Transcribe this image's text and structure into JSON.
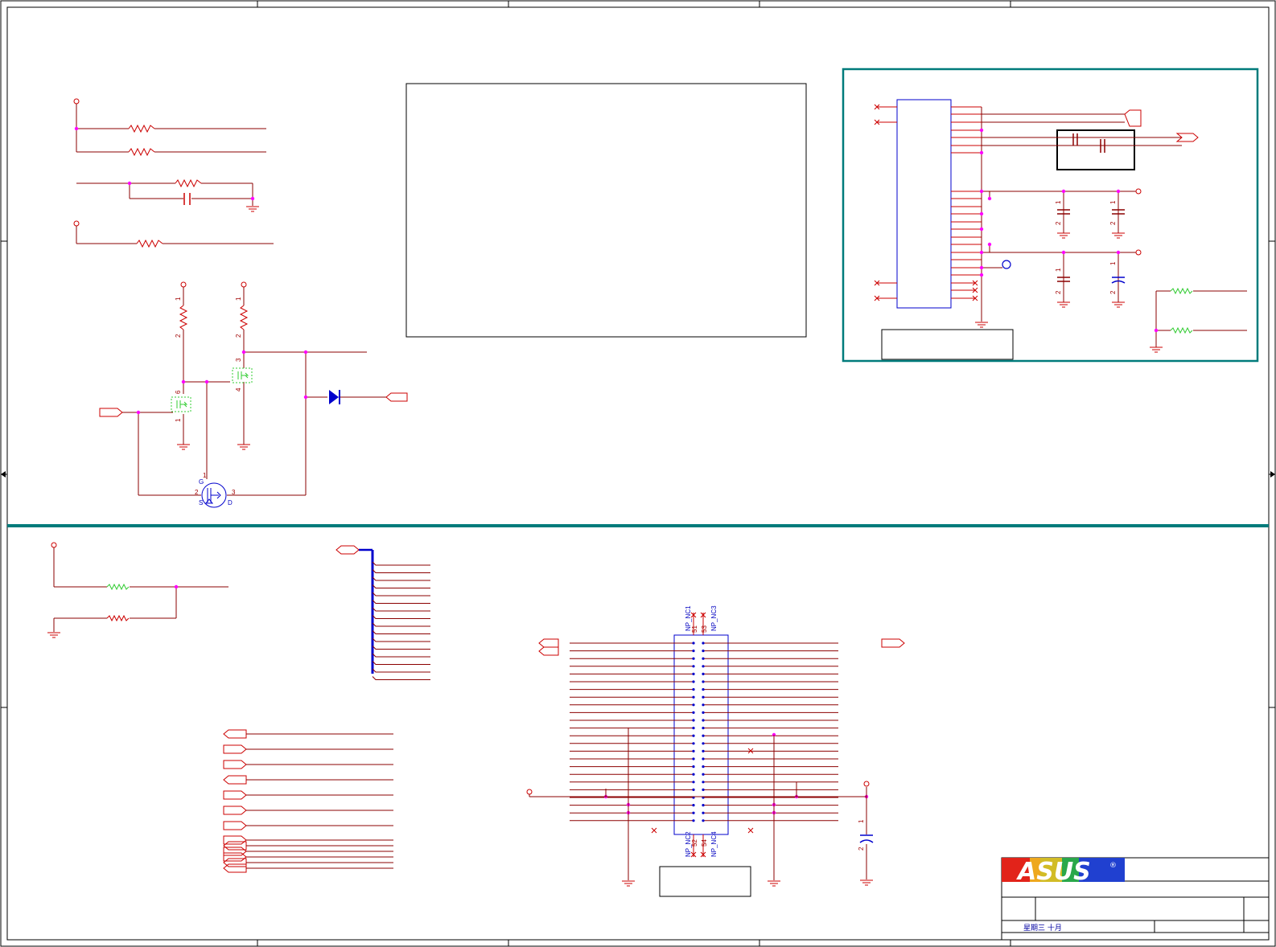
{
  "colors": {
    "border": "#000000",
    "wire": "#8b0000",
    "component": "#cc0000",
    "junction": "#ff00ff",
    "teal": "#007b7b",
    "blue": "#0000cc",
    "green": "#33cc33"
  },
  "icons": [
    "ground-icon",
    "resistor-icon",
    "capacitor-icon",
    "diode-icon",
    "mosfet-icon",
    "connector-icon",
    "asus-logo"
  ],
  "mosfet_pins": {
    "g": "G",
    "s": "S",
    "d": "D",
    "p1": "1",
    "p2": "2",
    "p3": "3"
  },
  "upper_pins": {
    "r1_1": "1",
    "r1_2": "2",
    "r2_1": "1",
    "r2_2": "2",
    "q1_6": "6",
    "q1_1": "1",
    "q2_3": "3",
    "q2_4": "4",
    "c1_1": "1",
    "c1_2": "2",
    "c2_1": "1",
    "c2_2": "2",
    "c3_1": "1",
    "c3_2": "2",
    "c4_1": "1",
    "c4_2": "2"
  },
  "connector": {
    "top_left": "NP_NC1",
    "top_right": "NP_NC3",
    "bottom_left": "NP_NC2",
    "bottom_right": "NP_NC4",
    "pin_51": "51",
    "pin_53": "53",
    "pin_52": "52",
    "pin_54": "54"
  },
  "decoupling_cap": {
    "pin1": "1",
    "pin2": "2"
  },
  "title_block": {
    "logo_text": "ASUS",
    "registered_mark": "®",
    "date_text": "星期三 十月"
  }
}
